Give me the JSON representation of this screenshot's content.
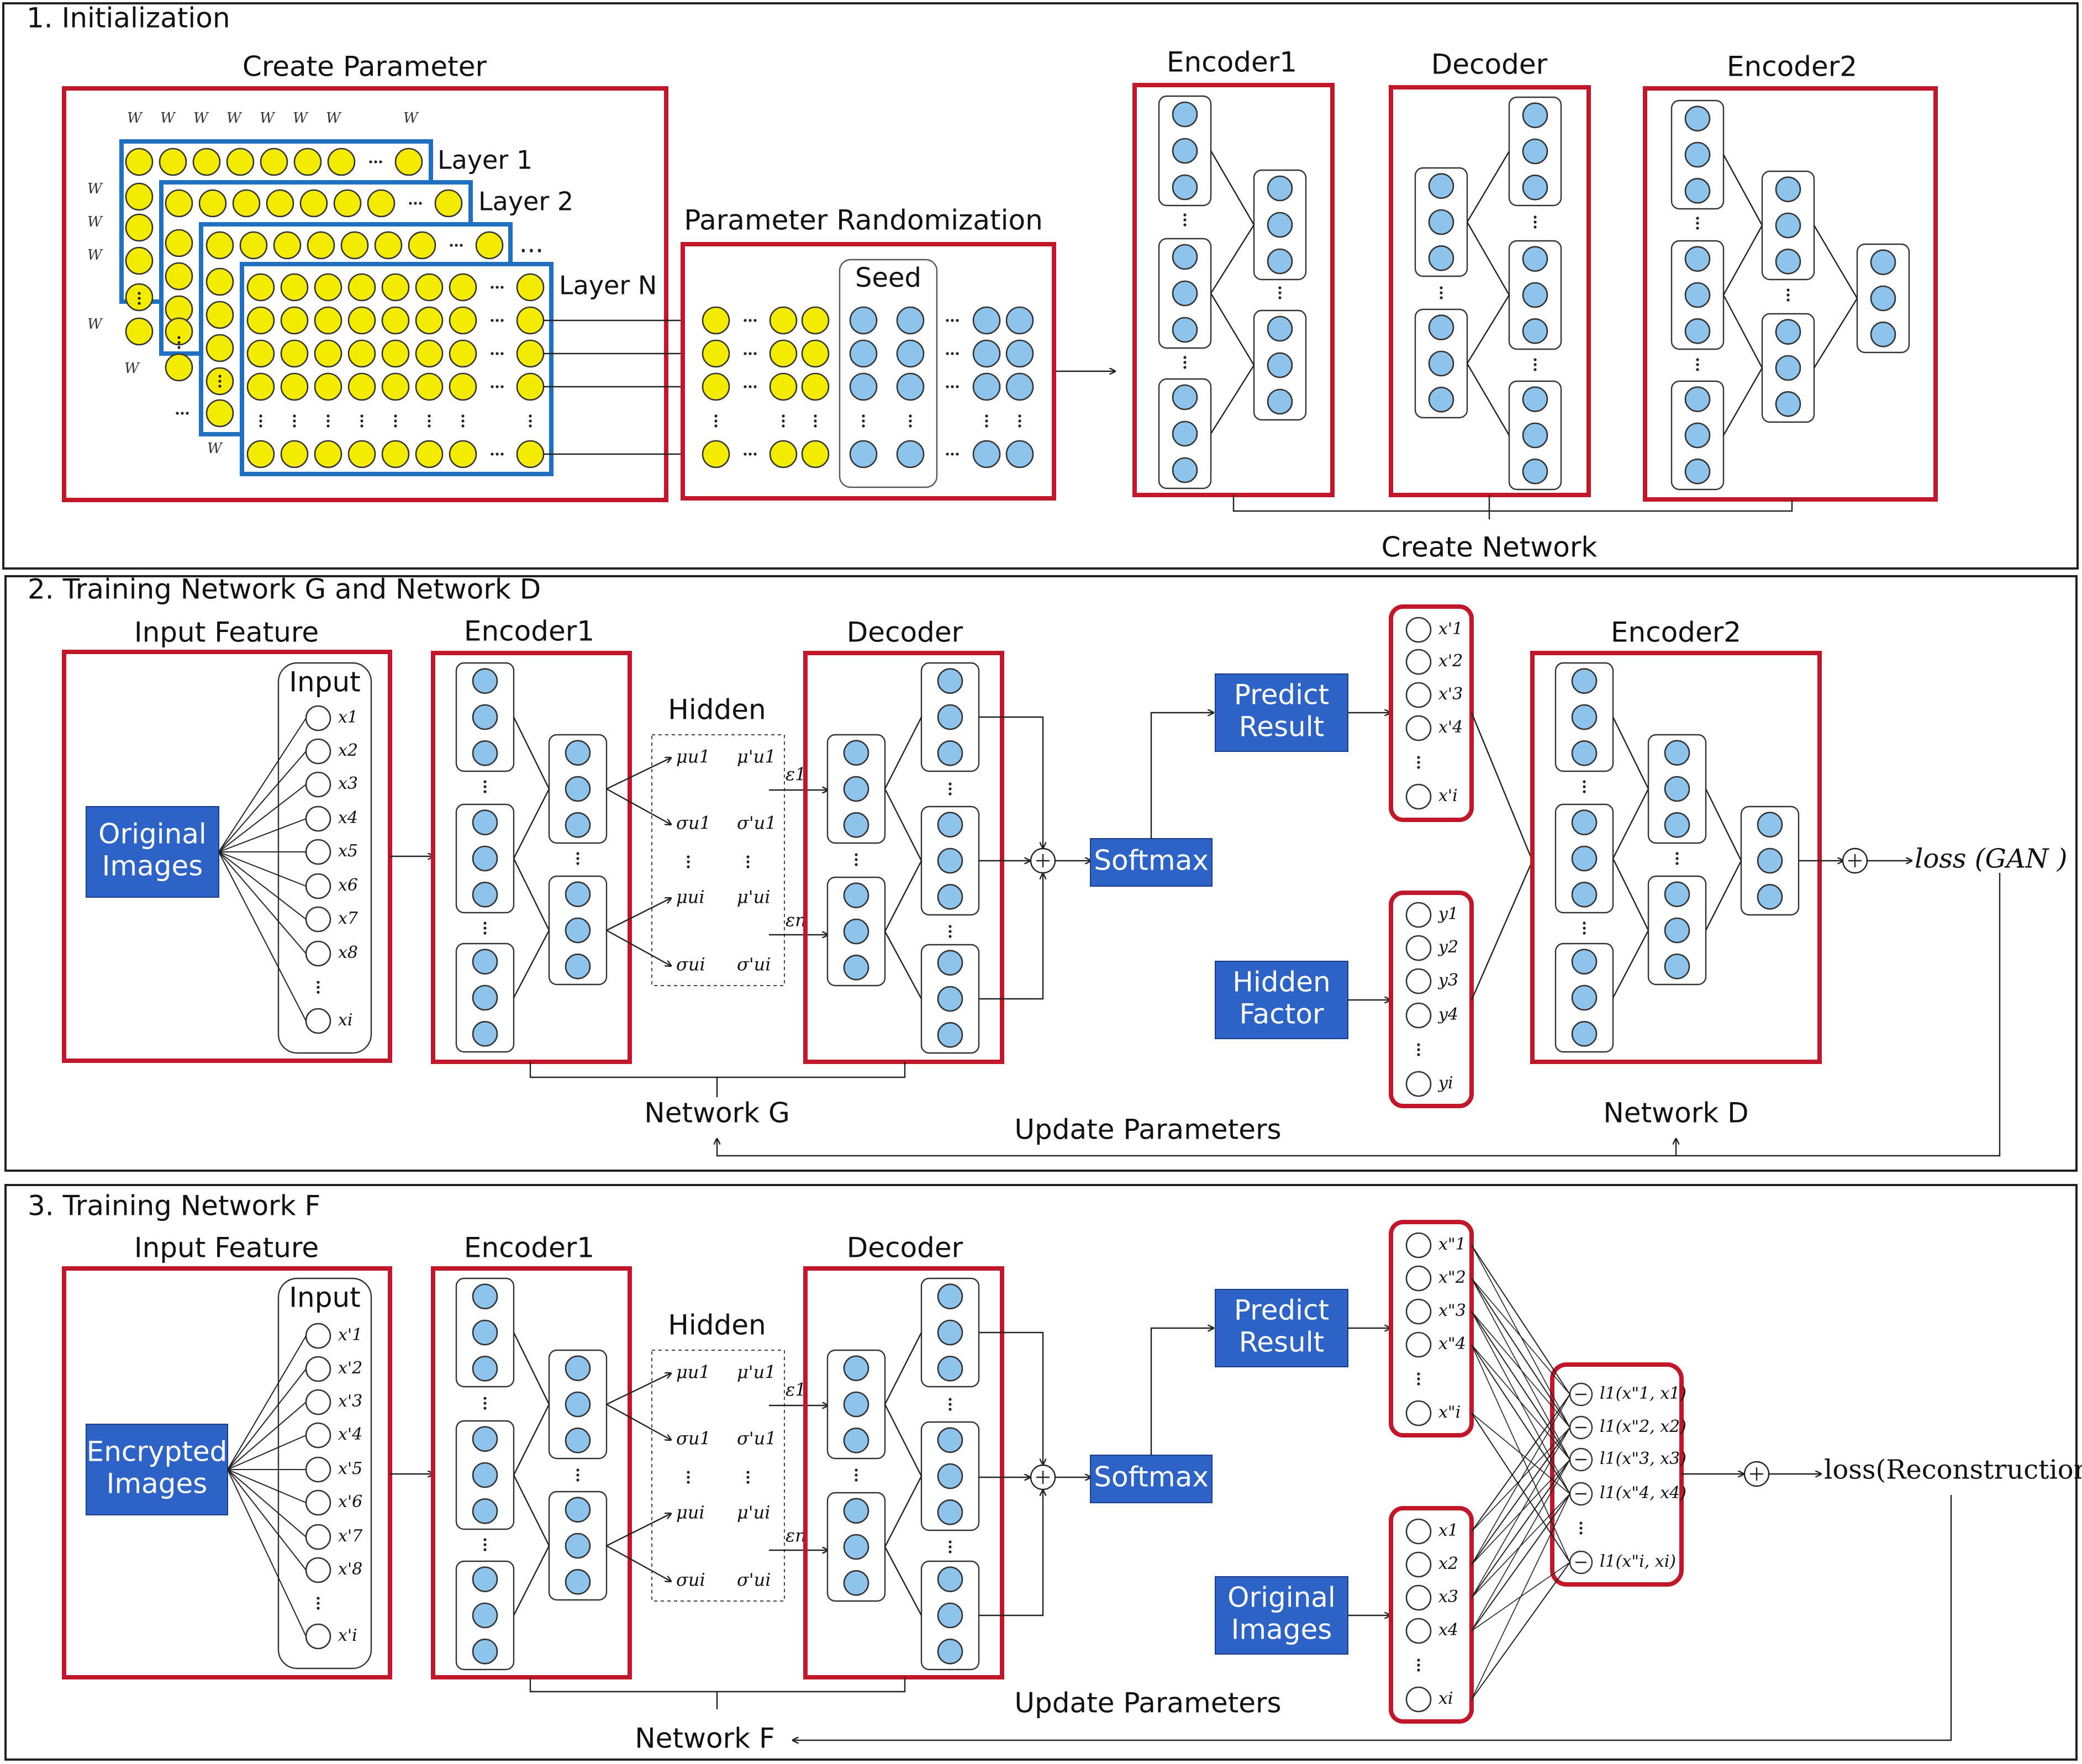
{
  "panel1": {
    "title": "1. Initialization",
    "create_parameter": "Create Parameter",
    "layer_labels": [
      "Layer 1",
      "Layer 2",
      "...",
      "Layer N"
    ],
    "param_rand": "Parameter Randomization",
    "seed": "Seed",
    "encoder1": "Encoder1",
    "decoder": "Decoder",
    "encoder2": "Encoder2",
    "create_network": "Create Network"
  },
  "panel2": {
    "title": "2. Training Network G and Network D",
    "input_feature": "Input Feature",
    "input": "Input",
    "original_images": [
      "Original",
      "Images"
    ],
    "inputs": [
      "x1",
      "x2",
      "x3",
      "x4",
      "x5",
      "x6",
      "x7",
      "x8",
      "xi"
    ],
    "encoder1": "Encoder1",
    "hidden": "Hidden",
    "decoder": "Decoder",
    "softmax": "Softmax",
    "predict_result": [
      "Predict",
      "Result"
    ],
    "hidden_factor": [
      "Hidden",
      "Factor"
    ],
    "pred_outputs": [
      "x'1",
      "x'2",
      "x'3",
      "x'4",
      "x'i"
    ],
    "hidden_outputs": [
      "y1",
      "y2",
      "y3",
      "y4",
      "yi"
    ],
    "encoder2": "Encoder2",
    "loss": "loss (GAN )",
    "network_g": "Network G",
    "network_d": "Network D",
    "update_parameters": "Update Parameters"
  },
  "panel3": {
    "title": "3. Training Network F",
    "input_feature": "Input Feature",
    "input": "Input",
    "encrypted_images": [
      "Encrypted",
      "Images"
    ],
    "inputs": [
      "x'1",
      "x'2",
      "x'3",
      "x'4",
      "x'5",
      "x'6",
      "x'7",
      "x'8",
      "x'i"
    ],
    "encoder1": "Encoder1",
    "hidden": "Hidden",
    "decoder": "Decoder",
    "softmax": "Softmax",
    "predict_result": [
      "Predict",
      "Result"
    ],
    "original_images": [
      "Original",
      "Images"
    ],
    "pred_outputs": [
      "x\"1",
      "x\"2",
      "x\"3",
      "x\"4",
      "x\"i"
    ],
    "orig_outputs": [
      "x1",
      "x2",
      "x3",
      "x4",
      "xi"
    ],
    "l1_terms": [
      "l1(x\"1, x1)",
      "l1(x\"2, x2)",
      "l1(x\"3, x3)",
      "l1(x\"4, x4)",
      "l1(x\"i, xi)"
    ],
    "loss": "loss(Reconstruction)",
    "network_f": "Network F",
    "update_parameters": "Update Parameters"
  },
  "hidden_vars": {
    "mu1": "μu1",
    "mu1p": "μ'u1",
    "sig1": "σu1",
    "sig1p": "σ'u1",
    "mui": "μui",
    "muip": "μ'ui",
    "sigi": "σui",
    "sigip": "σ'ui",
    "eps1": "ε1",
    "epsn": "εn"
  },
  "colors": {
    "red_frame": "#c0182a",
    "blue_frame": "#1f70c1",
    "node_yellow": "#f4ec00",
    "node_blue": "#8ec4ec",
    "label_box": "#2d62c6"
  }
}
